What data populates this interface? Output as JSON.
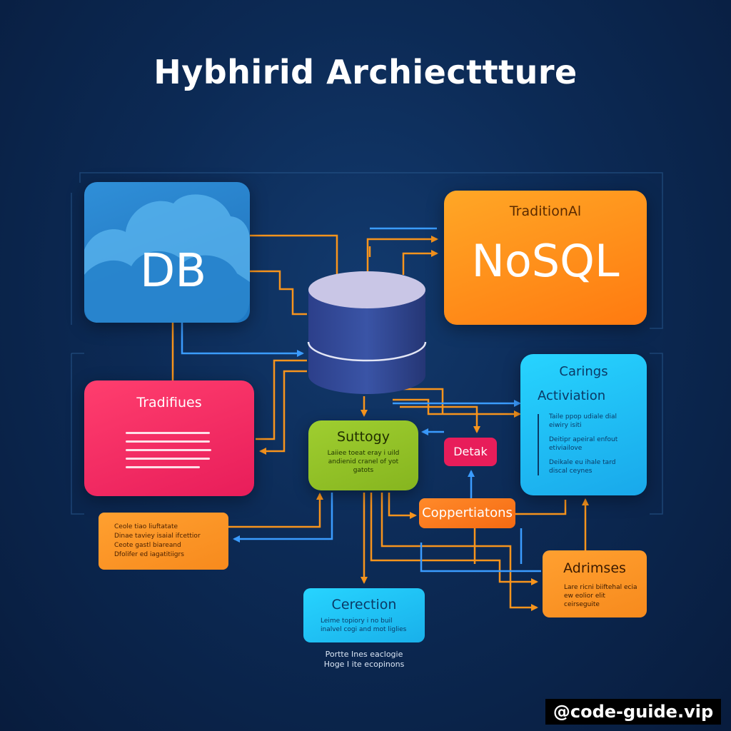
{
  "title": "Hybhirid Archiecttture",
  "nodes": {
    "db": {
      "label": "DB"
    },
    "nosql": {
      "sub": "TraditionAl",
      "label": "NoSQL"
    },
    "tradifiues": {
      "label": "Tradifiues"
    },
    "suttogy": {
      "label": "Suttogy",
      "text": "Laiiee toeat eray i uild andienid cranel of yot gatots"
    },
    "detak": {
      "label": "Detak"
    },
    "carings": {
      "title": "Carings",
      "subtitle": "Activiation",
      "items": [
        "Taile ppop udiale dial eiwiry isiti",
        "Deitipr apeiral enfout etiviailove",
        "Deikale eu ihale tard discal ceynes"
      ]
    },
    "coppertiations": {
      "label": "Coppertiatons"
    },
    "orange_left": {
      "items": [
        "Ceole tiao liuftatate",
        "Dinae taviey isaial ifcettior",
        "Ceote gastl biareand",
        "Dfolifer ed iagatitiigrs"
      ]
    },
    "adrimses": {
      "label": "Adrimses",
      "text": "Lare ricni biiftehal ecia ew eolior elit ceirseguite"
    },
    "cerection": {
      "label": "Cerection",
      "text": "Leime topiory i no buil inalvel cogi and mot liglies"
    }
  },
  "caption": [
    "Portte Ines eaclogie",
    "Hoge I ite ecopinons"
  ],
  "watermark": "@code-guide.vip",
  "colors": {
    "background": "#0c2a55",
    "connector_orange": "#f7941d",
    "connector_blue": "#3b9cff",
    "accent_lime": "#9fce30"
  }
}
